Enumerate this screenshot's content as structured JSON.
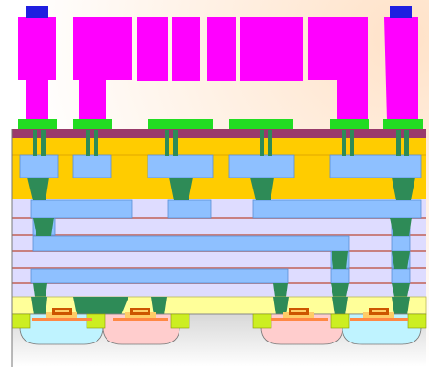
{
  "diagram": {
    "kind": "semiconductor-cross-section",
    "labels": [],
    "colors": {
      "background": "#ffffff",
      "background_glow": "#ffe2c8",
      "bond_pad": "#1f1fe0",
      "top_metal": "#ff00ff",
      "ubm_pad": "#22dd22",
      "passivation": "#9a3a6b",
      "oxide_yellow": "#ffcc00",
      "metal_blue": "#8ec0ff",
      "dielectric": "#dedcff",
      "dielectric_line": "#c88080",
      "via": "#2e8b57",
      "contact_layer": "#ffff99",
      "nwell": "#bff3ff",
      "pwell": "#ffcdcd",
      "source_drain": "#ccee22",
      "gate_poly": "#cc5500",
      "gate_oxide": "#ffcc66",
      "substrate": "#d8d8d8"
    },
    "structure": {
      "top_metal_pillars": 8,
      "ubm_pads": 6,
      "interconnect_levels": 5,
      "transistors": 4,
      "well_regions": [
        "nwell",
        "pwell",
        "pwell",
        "nwell"
      ]
    }
  }
}
